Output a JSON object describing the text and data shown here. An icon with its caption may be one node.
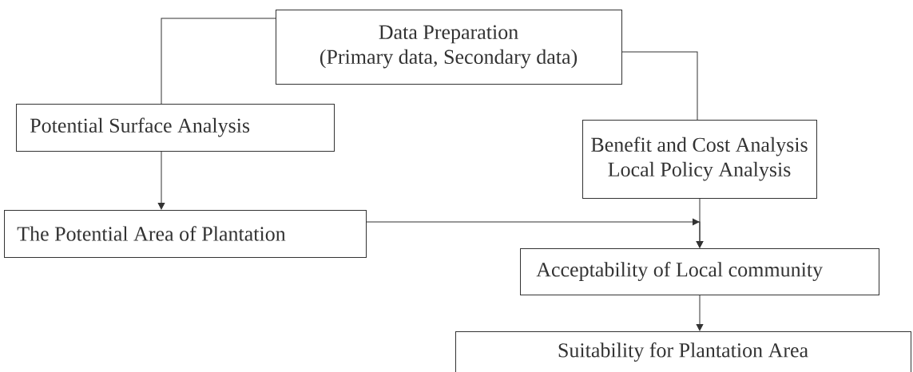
{
  "diagram": {
    "nodes": [
      {
        "text": [
          "Data Preparation",
          "(Primary data, Secondary data)"
        ]
      },
      {
        "text": [
          "Potential Surface Analysis"
        ]
      },
      {
        "text": [
          "Benefit and Cost Analysis",
          "Local Policy Analysis"
        ]
      },
      {
        "text": [
          "The Potential Area of Plantation"
        ]
      },
      {
        "text": [
          "Acceptability of Local community"
        ]
      },
      {
        "text": [
          "Suitability for Plantation Area"
        ]
      }
    ],
    "edges": [
      {
        "from": 0,
        "to": 1,
        "arrow": "none"
      },
      {
        "from": 0,
        "to": 2,
        "arrow": "none"
      },
      {
        "from": 1,
        "to": 3,
        "arrow": "to"
      },
      {
        "from": 3,
        "to": 4,
        "arrow": "to"
      },
      {
        "from": 2,
        "to": 4,
        "arrow": "to"
      },
      {
        "from": 4,
        "to": 5,
        "arrow": "to"
      }
    ]
  }
}
